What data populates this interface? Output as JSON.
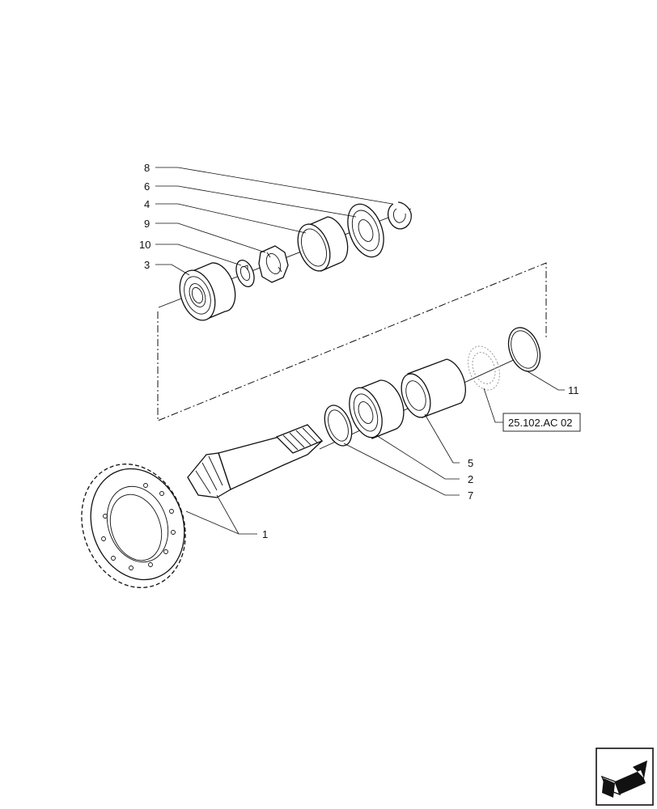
{
  "callouts": {
    "c1": "1",
    "c2": "2",
    "c3": "3",
    "c4": "4",
    "c5": "5",
    "c6": "6",
    "c7": "7",
    "c8": "8",
    "c9": "9",
    "c10": "10",
    "c11": "11"
  },
  "reference": "25.102.AC 02",
  "icons": {
    "nav": "back-arrow-icon"
  }
}
